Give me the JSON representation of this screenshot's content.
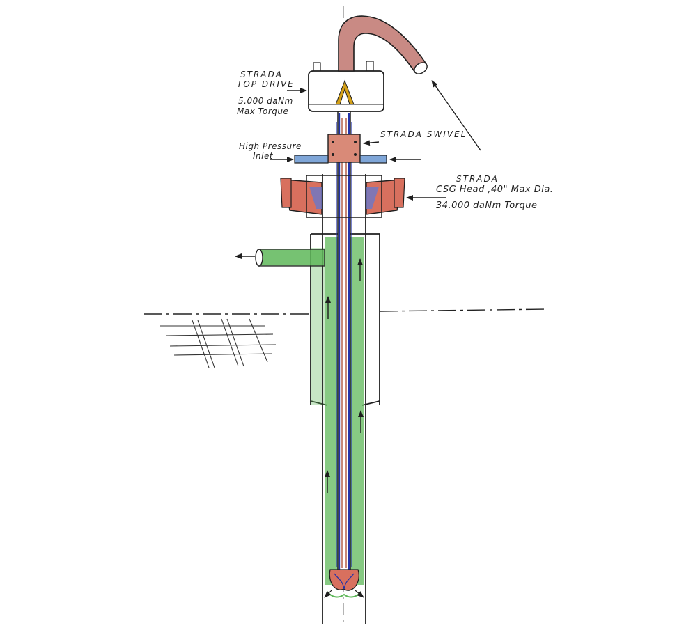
{
  "labels": {
    "top_drive_line1": "STRADA",
    "top_drive_line2": "TOP DRIVE",
    "top_drive_torque_value": "5.000 daNm",
    "top_drive_torque_label": "Max Torque",
    "swivel": "STRADA SWIVEL",
    "inlet_line1": "High Pressure",
    "inlet_line2": "Inlet",
    "csg_line1": "STRADA",
    "csg_line2": "CSG Head ,40\" Max Dia.",
    "csg_line3": "34.000 daNm Torque"
  },
  "colors": {
    "ink": "#1f1f1f",
    "drive_pipe": "#c98a84",
    "csg_head": "#d8705e",
    "swivel": "#d98a78",
    "annulus": "#5fb85a",
    "inner_flow": "#2233aa",
    "core": "#b86a56",
    "symbol": "#d4a017"
  }
}
